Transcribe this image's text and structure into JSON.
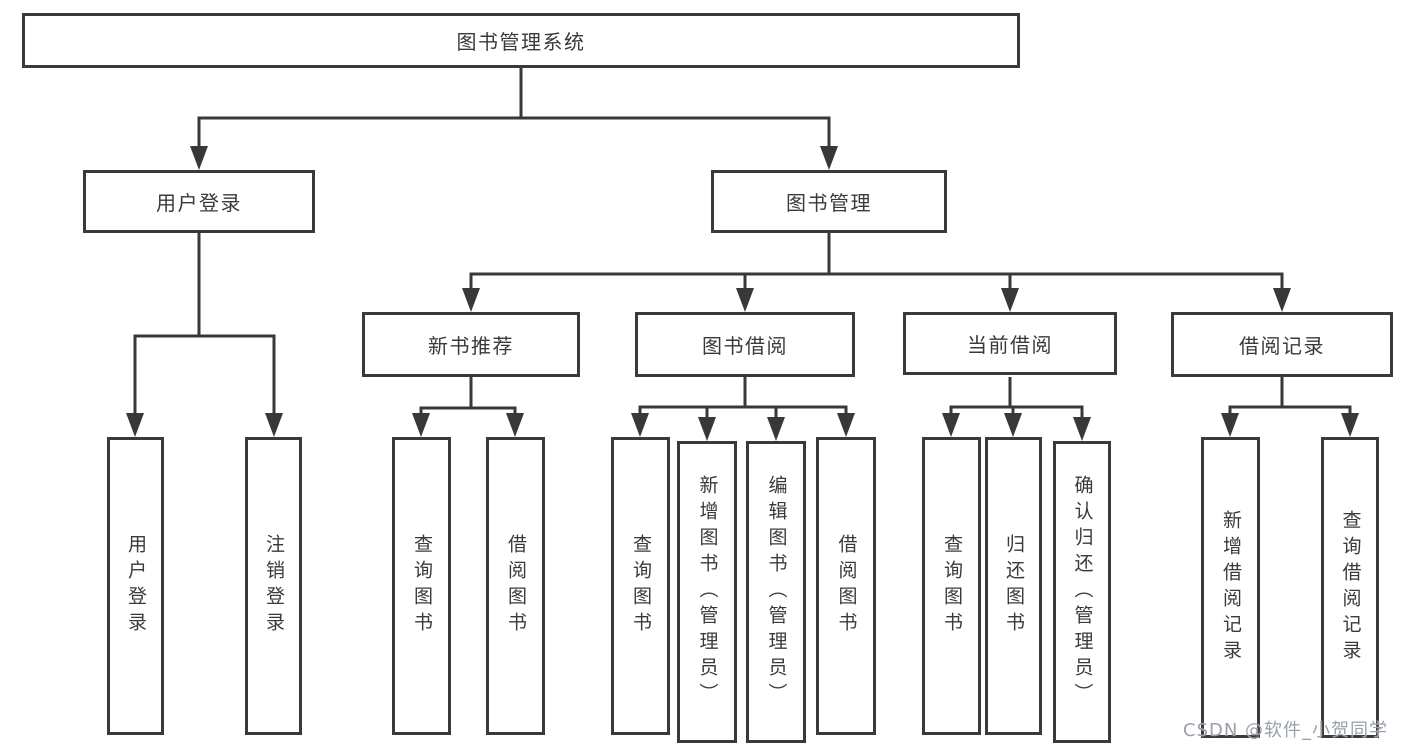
{
  "diagram": {
    "root": {
      "label": "图书管理系统"
    },
    "level2": [
      {
        "label": "用户登录",
        "parent": "图书管理系统"
      },
      {
        "label": "图书管理",
        "parent": "图书管理系统"
      }
    ],
    "level3": [
      {
        "label": "新书推荐",
        "parent": "图书管理"
      },
      {
        "label": "图书借阅",
        "parent": "图书管理"
      },
      {
        "label": "当前借阅",
        "parent": "图书管理"
      },
      {
        "label": "借阅记录",
        "parent": "图书管理"
      }
    ],
    "leaves": [
      {
        "label": "用户登录",
        "parent": "用户登录"
      },
      {
        "label": "注销登录",
        "parent": "用户登录"
      },
      {
        "label": "查询图书",
        "parent": "新书推荐"
      },
      {
        "label": "借阅图书",
        "parent": "新书推荐"
      },
      {
        "label": "查询图书",
        "parent": "图书借阅"
      },
      {
        "label": "新增图书（管理员）",
        "parent": "图书借阅"
      },
      {
        "label": "编辑图书（管理员）",
        "parent": "图书借阅"
      },
      {
        "label": "借阅图书",
        "parent": "图书借阅"
      },
      {
        "label": "查询图书",
        "parent": "当前借阅"
      },
      {
        "label": "归还图书",
        "parent": "当前借阅"
      },
      {
        "label": "确认归还（管理员）",
        "parent": "当前借阅"
      },
      {
        "label": "新增借阅记录",
        "parent": "借阅记录"
      },
      {
        "label": "查询借阅记录",
        "parent": "借阅记录"
      }
    ]
  },
  "watermark": {
    "text": "CSDN @软件_小贺同学"
  },
  "colors": {
    "line": "#383838",
    "border": "#3a3a3a",
    "text": "#3a3a3a",
    "background": "#ffffff",
    "watermark": "#9aa0a8"
  }
}
